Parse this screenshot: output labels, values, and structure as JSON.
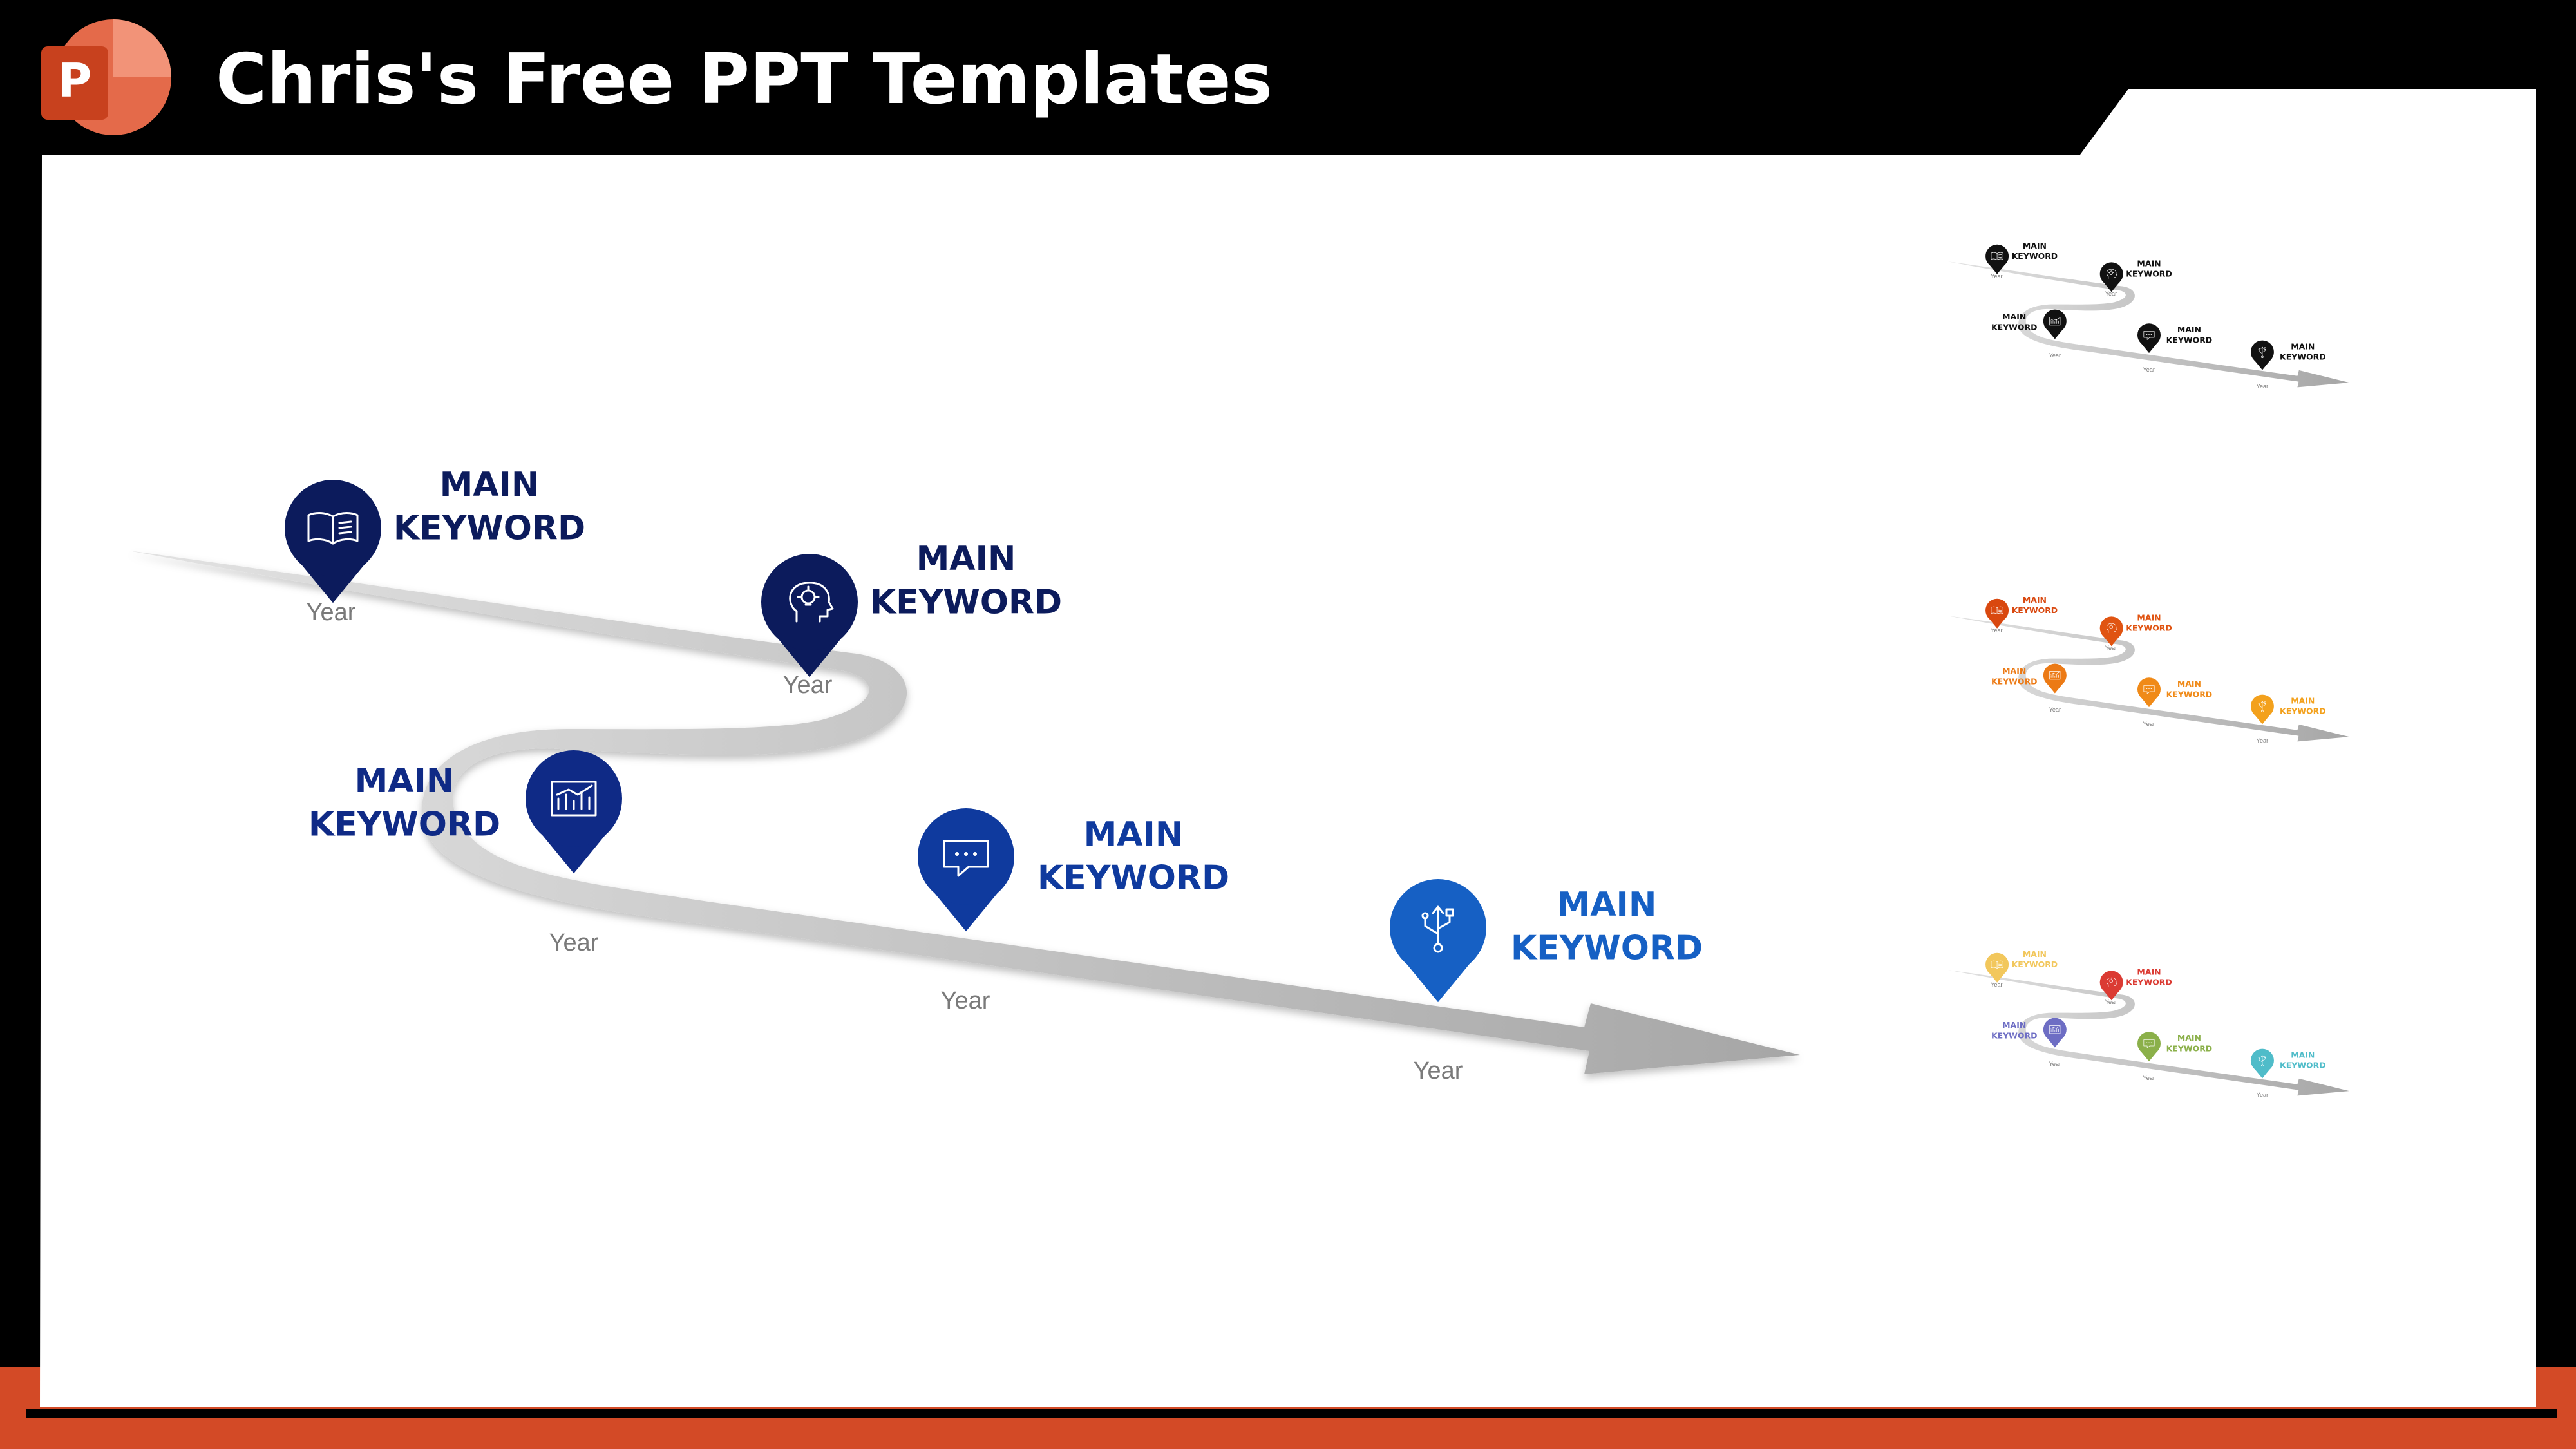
{
  "header": {
    "title": "Chris's Free PPT Templates",
    "logo_letter": "P"
  },
  "colors": {
    "frame": "#000000",
    "accent": "#d34a26",
    "canvas": "#ffffff",
    "road": "#c4c4c4",
    "road_dark": "#a8a8a8",
    "year_text": "#7a7a7a"
  },
  "main_timeline": {
    "milestones": [
      {
        "label_line1": "MAIN",
        "label_line2": "KEYWORD",
        "year": "Year",
        "icon": "book-icon",
        "color": "#0c1b5c"
      },
      {
        "label_line1": "MAIN",
        "label_line2": "KEYWORD",
        "year": "Year",
        "icon": "lightbulb-head-icon",
        "color": "#0c1b5c"
      },
      {
        "label_line1": "MAIN",
        "label_line2": "KEYWORD",
        "year": "Year",
        "icon": "chart-board-icon",
        "color": "#0f2a86"
      },
      {
        "label_line1": "MAIN",
        "label_line2": "KEYWORD",
        "year": "Year",
        "icon": "chat-bubble-icon",
        "color": "#0f3a9e"
      },
      {
        "label_line1": "MAIN",
        "label_line2": "KEYWORD",
        "year": "Year",
        "icon": "usb-icon",
        "color": "#1660c4"
      }
    ]
  },
  "variants": [
    {
      "name": "black",
      "milestones": [
        {
          "label_line1": "MAIN",
          "label_line2": "KEYWORD",
          "year": "Year",
          "icon": "book-icon",
          "color": "#111111"
        },
        {
          "label_line1": "MAIN",
          "label_line2": "KEYWORD",
          "year": "Year",
          "icon": "lightbulb-head-icon",
          "color": "#111111"
        },
        {
          "label_line1": "MAIN",
          "label_line2": "KEYWORD",
          "year": "Year",
          "icon": "chart-board-icon",
          "color": "#111111"
        },
        {
          "label_line1": "MAIN",
          "label_line2": "KEYWORD",
          "year": "Year",
          "icon": "chat-bubble-icon",
          "color": "#111111"
        },
        {
          "label_line1": "MAIN",
          "label_line2": "KEYWORD",
          "year": "Year",
          "icon": "usb-icon",
          "color": "#111111"
        }
      ]
    },
    {
      "name": "orange",
      "milestones": [
        {
          "label_line1": "MAIN",
          "label_line2": "KEYWORD",
          "year": "Year",
          "icon": "book-icon",
          "color": "#d9480f"
        },
        {
          "label_line1": "MAIN",
          "label_line2": "KEYWORD",
          "year": "Year",
          "icon": "lightbulb-head-icon",
          "color": "#e05412"
        },
        {
          "label_line1": "MAIN",
          "label_line2": "KEYWORD",
          "year": "Year",
          "icon": "chart-board-icon",
          "color": "#ec7a15"
        },
        {
          "label_line1": "MAIN",
          "label_line2": "KEYWORD",
          "year": "Year",
          "icon": "chat-bubble-icon",
          "color": "#f08a18"
        },
        {
          "label_line1": "MAIN",
          "label_line2": "KEYWORD",
          "year": "Year",
          "icon": "usb-icon",
          "color": "#f3a11d"
        }
      ]
    },
    {
      "name": "multicolor",
      "milestones": [
        {
          "label_line1": "MAIN",
          "label_line2": "KEYWORD",
          "year": "Year",
          "icon": "book-icon",
          "color": "#f2c75c"
        },
        {
          "label_line1": "MAIN",
          "label_line2": "KEYWORD",
          "year": "Year",
          "icon": "lightbulb-head-icon",
          "color": "#db3b33"
        },
        {
          "label_line1": "MAIN",
          "label_line2": "KEYWORD",
          "year": "Year",
          "icon": "chart-board-icon",
          "color": "#6e6ec4"
        },
        {
          "label_line1": "MAIN",
          "label_line2": "KEYWORD",
          "year": "Year",
          "icon": "chat-bubble-icon",
          "color": "#8bb04a"
        },
        {
          "label_line1": "MAIN",
          "label_line2": "KEYWORD",
          "year": "Year",
          "icon": "usb-icon",
          "color": "#4fbcc9"
        }
      ]
    }
  ]
}
